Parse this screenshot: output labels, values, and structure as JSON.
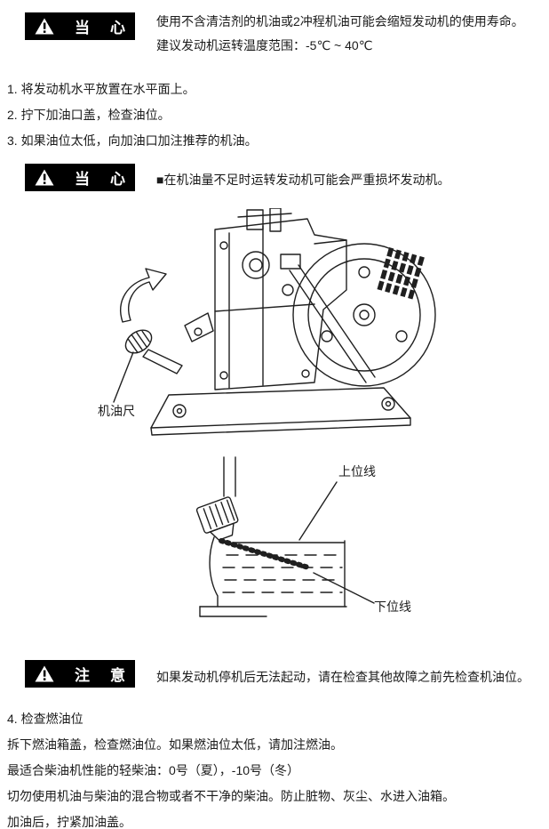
{
  "page": {
    "background": "#ffffff",
    "text_color": "#1b1b1b",
    "warning_box_bg": "#000000",
    "warning_box_text": "#ffffff"
  },
  "caution1": {
    "char1": "当",
    "char2": "心",
    "line1": "使用不含清洁剂的机油或2冲程机油可能会缩短发动机的使用寿命。",
    "line2": "建议发动机运转温度范围：-5℃ ~ 40℃"
  },
  "steps": {
    "s1": "1. 将发动机水平放置在水平面上。",
    "s2": "2. 拧下加油口盖，检查油位。",
    "s3": "3. 如果油位太低，向加油口加注推荐的机油。"
  },
  "caution2": {
    "char1": "当",
    "char2": "心",
    "text": "■在机油量不足时运转发动机可能会严重损坏发动机。"
  },
  "figure_engine": {
    "caption": "机油尺"
  },
  "figure_dipstick": {
    "upper_label": "上位线",
    "lower_label": "下位线"
  },
  "notice": {
    "char1": "注",
    "char2": "意",
    "text": "如果发动机停机后无法起动，请在检查其他故障之前先检查机油位。"
  },
  "section_fuel": {
    "line1": "4. 检查燃油位",
    "line2": "拆下燃油箱盖，检查燃油位。如果燃油位太低，请加注燃油。",
    "line3": "最适合柴油机性能的轻柴油：0号（夏），-10号（冬）",
    "line4": "切勿使用机油与柴油的混合物或者不干净的柴油。防止脏物、灰尘、水进入油箱。",
    "line5": "加油后，拧紧加油盖。"
  }
}
